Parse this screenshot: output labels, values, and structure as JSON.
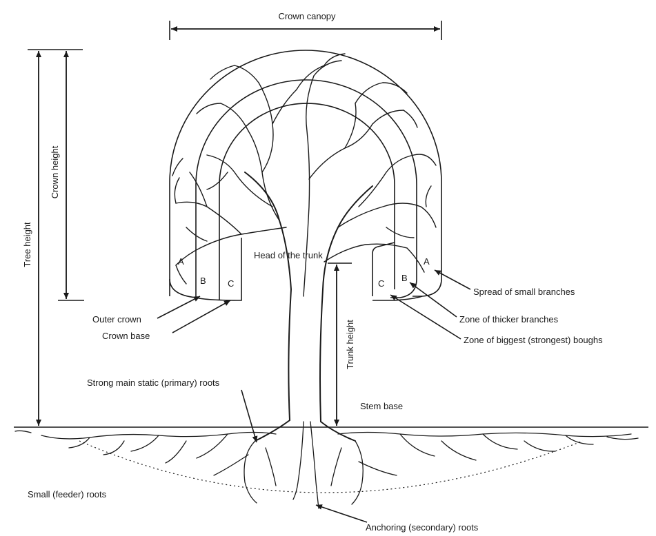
{
  "labels": {
    "crown_canopy": "Crown canopy",
    "tree_height": "Tree height",
    "crown_height": "Crown height",
    "trunk_height": "Trunk height",
    "head_of_trunk": "Head of the trunk",
    "outer_crown": "Outer crown",
    "crown_base": "Crown base",
    "spread_small": "Spread of small branches",
    "zone_thicker": "Zone of thicker branches",
    "zone_biggest": "Zone of biggest (strongest) boughs",
    "strong_roots": "Strong main static (primary) roots",
    "stem_base": "Stem base",
    "small_roots": "Small (feeder) roots",
    "anchoring_roots": "Anchoring (secondary) roots"
  },
  "zones": {
    "a": "A",
    "b": "B",
    "c": "C"
  }
}
